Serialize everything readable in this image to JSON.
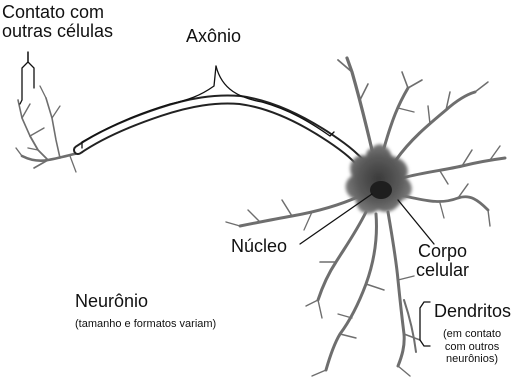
{
  "diagram": {
    "labels": {
      "contact": "Contato com\noutras células",
      "axon": "Axônio",
      "nucleus": "Núcleo",
      "cell_body": "Corpo\ncelular",
      "neuron": "Neurônio",
      "neuron_note": "(tamanho e formatos variam)",
      "dendrites": "Dendritos",
      "dendrites_note": "(em contato\ncom outros\nneurônios)"
    },
    "colors": {
      "cell_body": "#555555",
      "nucleus": "#1e1e1e",
      "branches": "#6e6e6e",
      "outline": "#222222",
      "axon_fill": "#ffffff",
      "leader_lines": "#111111"
    }
  }
}
